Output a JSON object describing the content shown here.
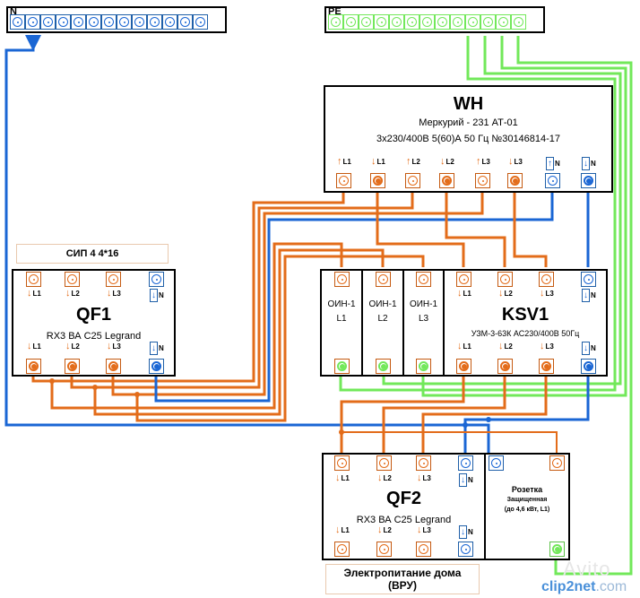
{
  "buses": {
    "n": {
      "label": "N",
      "terminal_count": 13,
      "color": "#1a66d4"
    },
    "pe": {
      "label": "PE",
      "terminal_count": 13,
      "color": "#72e85a"
    }
  },
  "wh": {
    "title": "WH",
    "model": "Меркурий - 231 АТ-01",
    "spec": "3x230/400В 5(60)А 50 Гц №30146814-17",
    "terminals": [
      {
        "label": "L1",
        "dir": "up"
      },
      {
        "label": "L1",
        "dir": "down"
      },
      {
        "label": "L2",
        "dir": "up"
      },
      {
        "label": "L2",
        "dir": "down"
      },
      {
        "label": "L3",
        "dir": "up"
      },
      {
        "label": "L3",
        "dir": "down"
      },
      {
        "label": "N",
        "dir": "up"
      },
      {
        "label": "N",
        "dir": "down"
      }
    ]
  },
  "sip_label": "СИП 4 4*16",
  "qf1": {
    "title": "QF1",
    "model": "RX3 ВА С25 Legrand",
    "top_labels": [
      "L1",
      "L2",
      "L3",
      "N"
    ],
    "bottom_labels": [
      "L1",
      "L2",
      "L3",
      "N"
    ]
  },
  "oin": [
    {
      "name": "ОИН-1",
      "phase": "L1"
    },
    {
      "name": "ОИН-1",
      "phase": "L2"
    },
    {
      "name": "ОИН-1",
      "phase": "L3"
    }
  ],
  "ksv1": {
    "title": "KSV1",
    "model": "УЗМ-3-63К АС230/400В 50Гц",
    "top_labels": [
      "L1",
      "L2",
      "L3",
      "N"
    ],
    "bottom_labels": [
      "L1",
      "L2",
      "L3",
      "N"
    ]
  },
  "qf2": {
    "title": "QF2",
    "model": "RX3 ВА С25 Legrand",
    "top_labels": [
      "L1",
      "L2",
      "L3",
      "N"
    ],
    "bottom_labels": [
      "L1",
      "L2",
      "L3",
      "N"
    ]
  },
  "socket": {
    "line1": "Розетка",
    "line2": "Защищенная",
    "line3": "(до 4,6 кВт, L1)"
  },
  "house_label": {
    "line1": "Электропитание дома",
    "line2": "(ВРУ)"
  },
  "watermark": {
    "avito": "Avito",
    "clip_a": "clip2net",
    "clip_b": ".com"
  },
  "colors": {
    "phase": "#e36c1a",
    "neutral": "#1a66d4",
    "earth": "#72e85a"
  }
}
